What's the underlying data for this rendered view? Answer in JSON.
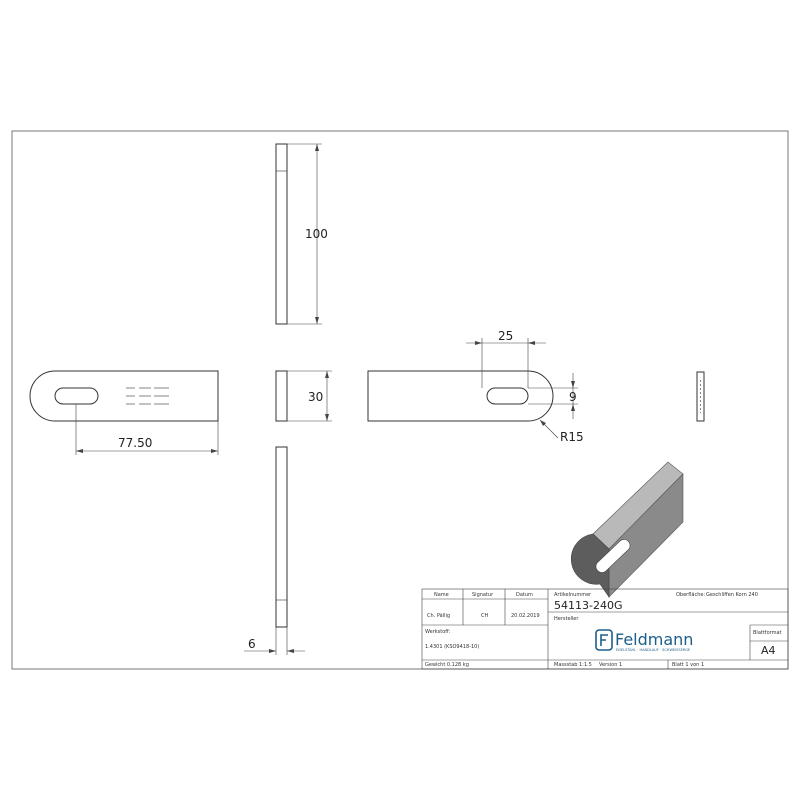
{
  "dimensions": {
    "height": "100",
    "slot_pitch": "25",
    "width": "30",
    "slot_width": "9",
    "hole_position": "77.50",
    "radius": "R15",
    "thickness": "6"
  },
  "title_block": {
    "headers": {
      "name": "Name",
      "signature": "Signatur",
      "date": "Datum"
    },
    "row": {
      "name": "Ch. Pällig",
      "signature": "CH",
      "date": "20.02.2019"
    },
    "article_label": "Artikelnummer",
    "article_number": "54113-240G",
    "surface_label": "Oberfläche:",
    "surface_value": "Geschliffen Korn 240",
    "manufacturer_label": "Hersteller",
    "material_label": "Werkstoff:",
    "material_value": "1.4301 (KSO9418-10)",
    "format_label": "Blattformat",
    "format_value": "A4",
    "weight": "Gewicht 0.128 kg",
    "scale": "Massstab 1:1.5",
    "version": "Version 1",
    "sheet": "Blatt 1 von 1"
  },
  "logo": {
    "name": "Feldmann",
    "tagline": "EDELSTAHL · HANDLAUF · SCHWEISSERGE",
    "icon": "feldmann-logo-icon"
  },
  "colors": {
    "line": "#444444",
    "part_fill": "#ffffff",
    "iso_dark": "#5d5d5d",
    "iso_mid": "#8a8a8a",
    "iso_light": "#b9b9b9",
    "logo": "#1b5e8a"
  }
}
